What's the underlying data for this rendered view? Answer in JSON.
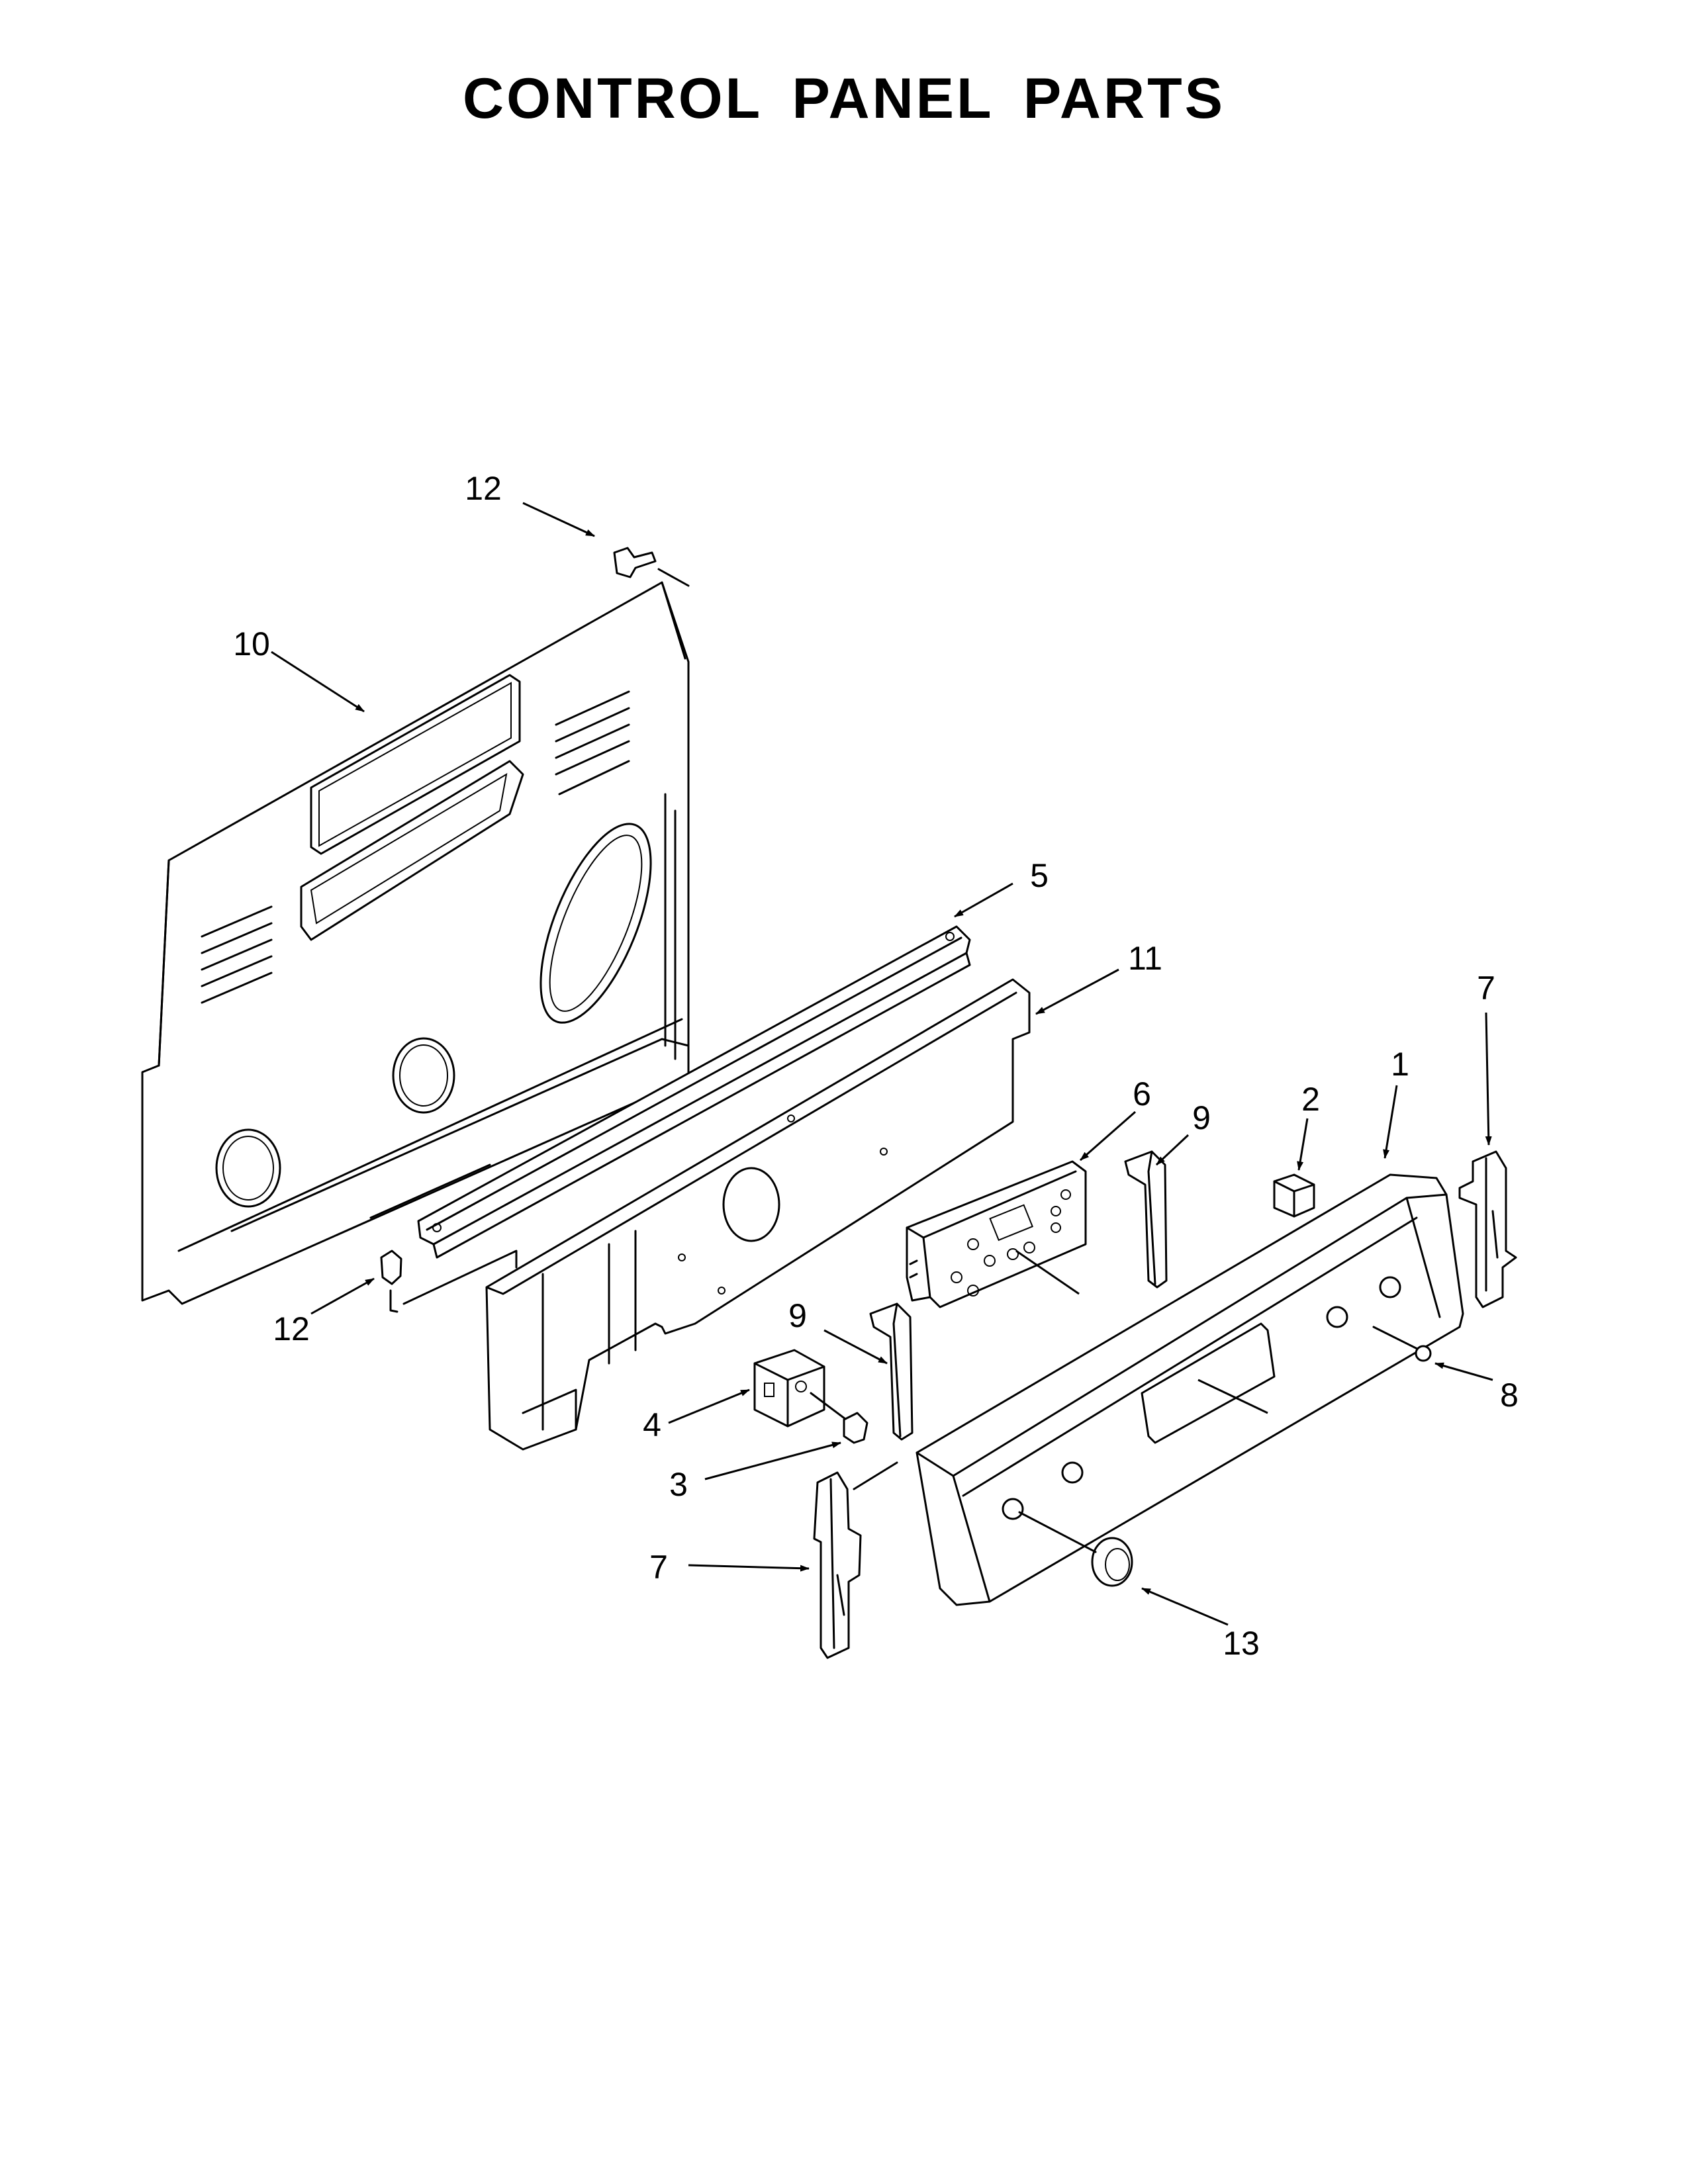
{
  "title": "CONTROL PANEL PARTS",
  "callouts": {
    "c1": "1",
    "c2": "2",
    "c3": "3",
    "c4": "4",
    "c5": "5",
    "c6": "6",
    "c7_right": "7",
    "c7_left": "7",
    "c8": "8",
    "c9_upper": "9",
    "c9_lower": "9",
    "c10": "10",
    "c11": "11",
    "c12_top": "12",
    "c12_bottom": "12",
    "c13": "13"
  }
}
